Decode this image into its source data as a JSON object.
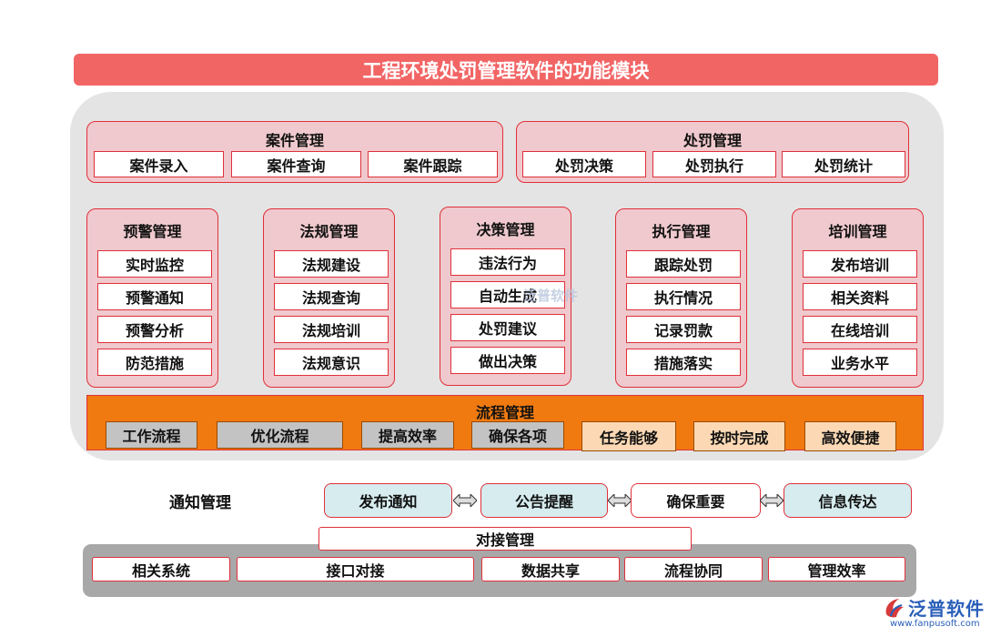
{
  "title": "工程环境处罚管理软件的功能模块",
  "case_mgmt": {
    "title": "案件管理",
    "items": [
      "案件录入",
      "案件查询",
      "案件跟踪"
    ]
  },
  "penalty_mgmt": {
    "title": "处罚管理",
    "items": [
      "处罚决策",
      "处罚执行",
      "处罚统计"
    ]
  },
  "columns": [
    {
      "title": "预警管理",
      "items": [
        "实时监控",
        "预警通知",
        "预警分析",
        "防范措施"
      ]
    },
    {
      "title": "法规管理",
      "items": [
        "法规建设",
        "法规查询",
        "法规培训",
        "法规意识"
      ]
    },
    {
      "title": "决策管理",
      "items": [
        "违法行为",
        "自动生成",
        "处罚建议",
        "做出决策"
      ]
    },
    {
      "title": "执行管理",
      "items": [
        "跟踪处罚",
        "执行情况",
        "记录罚款",
        "措施落实"
      ]
    },
    {
      "title": "培训管理",
      "items": [
        "发布培训",
        "相关资料",
        "在线培训",
        "业务水平"
      ]
    }
  ],
  "flow": {
    "title": "流程管理",
    "items": [
      "工作流程",
      "优化流程",
      "提高效率",
      "确保各项",
      "任务能够",
      "按时完成",
      "高效便捷"
    ]
  },
  "notice": {
    "label": "通知管理",
    "items": [
      "发布通知",
      "公告提醒",
      "确保重要",
      "信息传达"
    ]
  },
  "dock": {
    "title": "对接管理",
    "items": [
      "相关系统",
      "接口对接",
      "数据共享",
      "流程协同",
      "管理效率"
    ]
  },
  "watermark": {
    "center": "泛普软件",
    "logo": "泛普软件",
    "url": "www.fanpusoft.com"
  },
  "colors": {
    "title_bar": "#f26565",
    "border_red": "#e0303a",
    "group_pink": "#efc9cd",
    "flow_orange": "#f07a10",
    "notice_blue": "#d6ecef",
    "panel_gray": "#e4e4e4",
    "bottom_gray": "#a8a8a8"
  }
}
